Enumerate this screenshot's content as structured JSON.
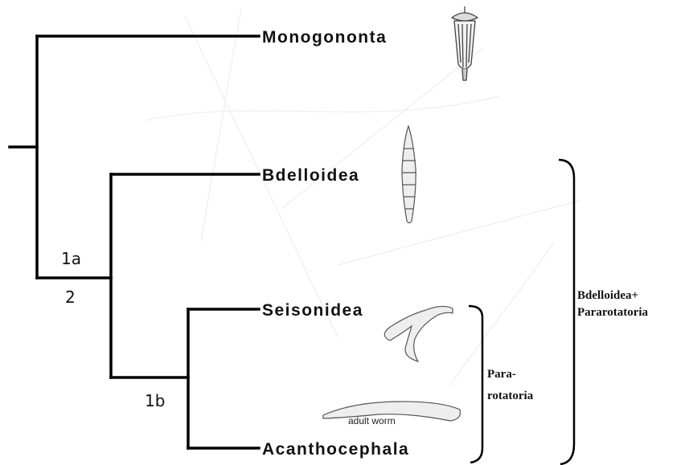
{
  "taxa": {
    "monogononta": "Monogononta",
    "bdelloidea": "Bdelloidea",
    "seisonidea": "Seisonidea",
    "acanthocephala": "Acanthocephala"
  },
  "nodes": {
    "n1a": "1a",
    "n2": "2",
    "n1b": "1b"
  },
  "groups": {
    "pararotatoria_line1": "Para-",
    "pararotatoria_line2": "rotatoria",
    "bdelloidea_pararotatoria_line1": "Bdelloidea+",
    "bdelloidea_pararotatoria_line2": "Pararotatoria"
  },
  "illustrations": {
    "adult_worm_caption": "adult worm"
  }
}
